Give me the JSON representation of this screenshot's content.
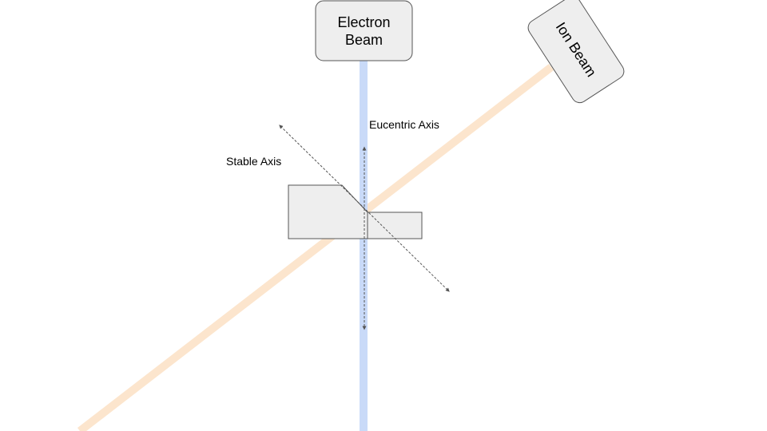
{
  "diagram": {
    "electron_beam": {
      "label_line1": "Electron",
      "label_line2": "Beam",
      "beam_color": "#c9daf8"
    },
    "ion_beam": {
      "label": "Ion Beam",
      "beam_color": "#fce5cd"
    },
    "axes": {
      "eucentric_label": "Eucentric Axis",
      "stable_label": "Stable Axis",
      "color": "#555555"
    },
    "sample": {
      "fill": "#eeeeee",
      "stroke": "#555555"
    },
    "box_style": {
      "fill": "#eeeeee",
      "stroke": "#555555"
    }
  }
}
